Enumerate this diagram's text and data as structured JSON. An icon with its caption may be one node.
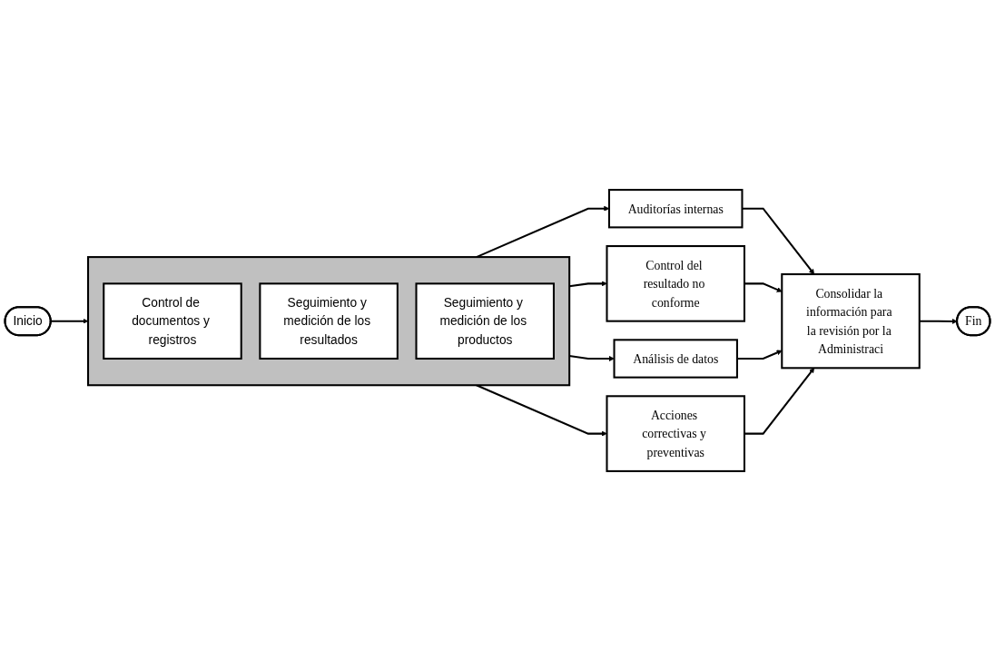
{
  "diagram": {
    "nodes": [
      {
        "text": [
          "Inicio"
        ]
      },
      {
        "text": [],
        "shape": "box"
      },
      {
        "text": [
          "Control de documentos y registros"
        ],
        "in": 1
      },
      {
        "text": [
          "Seguimiento y medición de los resultados"
        ],
        "in": 1
      },
      {
        "text": [
          "Seguimiento y medición de los productos"
        ],
        "in": 1
      },
      {
        "text": [
          "Auditorías internas"
        ]
      },
      {
        "text": [
          "Control del resultado no conforme"
        ]
      },
      {
        "text": [
          "Análisis de datos"
        ]
      },
      {
        "text": [
          "Acciones correctivas y preventivas"
        ]
      },
      {
        "text": [
          "Consolidar la información para la revisión por la Administraci"
        ]
      },
      {
        "text": [
          "Fin"
        ]
      }
    ],
    "edges": [
      {
        "from": 0,
        "to": 1,
        "arrow": "to"
      },
      {
        "from": 1,
        "to": 5,
        "arrow": "to"
      },
      {
        "from": 1,
        "to": 6,
        "arrow": "to"
      },
      {
        "from": 1,
        "to": 7,
        "arrow": "to"
      },
      {
        "from": 1,
        "to": 8,
        "arrow": "to"
      },
      {
        "from": 5,
        "to": 9,
        "arrow": "to"
      },
      {
        "from": 6,
        "to": 9,
        "arrow": "to"
      },
      {
        "from": 7,
        "to": 9,
        "arrow": "to"
      },
      {
        "from": 8,
        "to": 9,
        "arrow": "to"
      },
      {
        "from": 9,
        "to": 10,
        "arrow": "to"
      }
    ]
  }
}
